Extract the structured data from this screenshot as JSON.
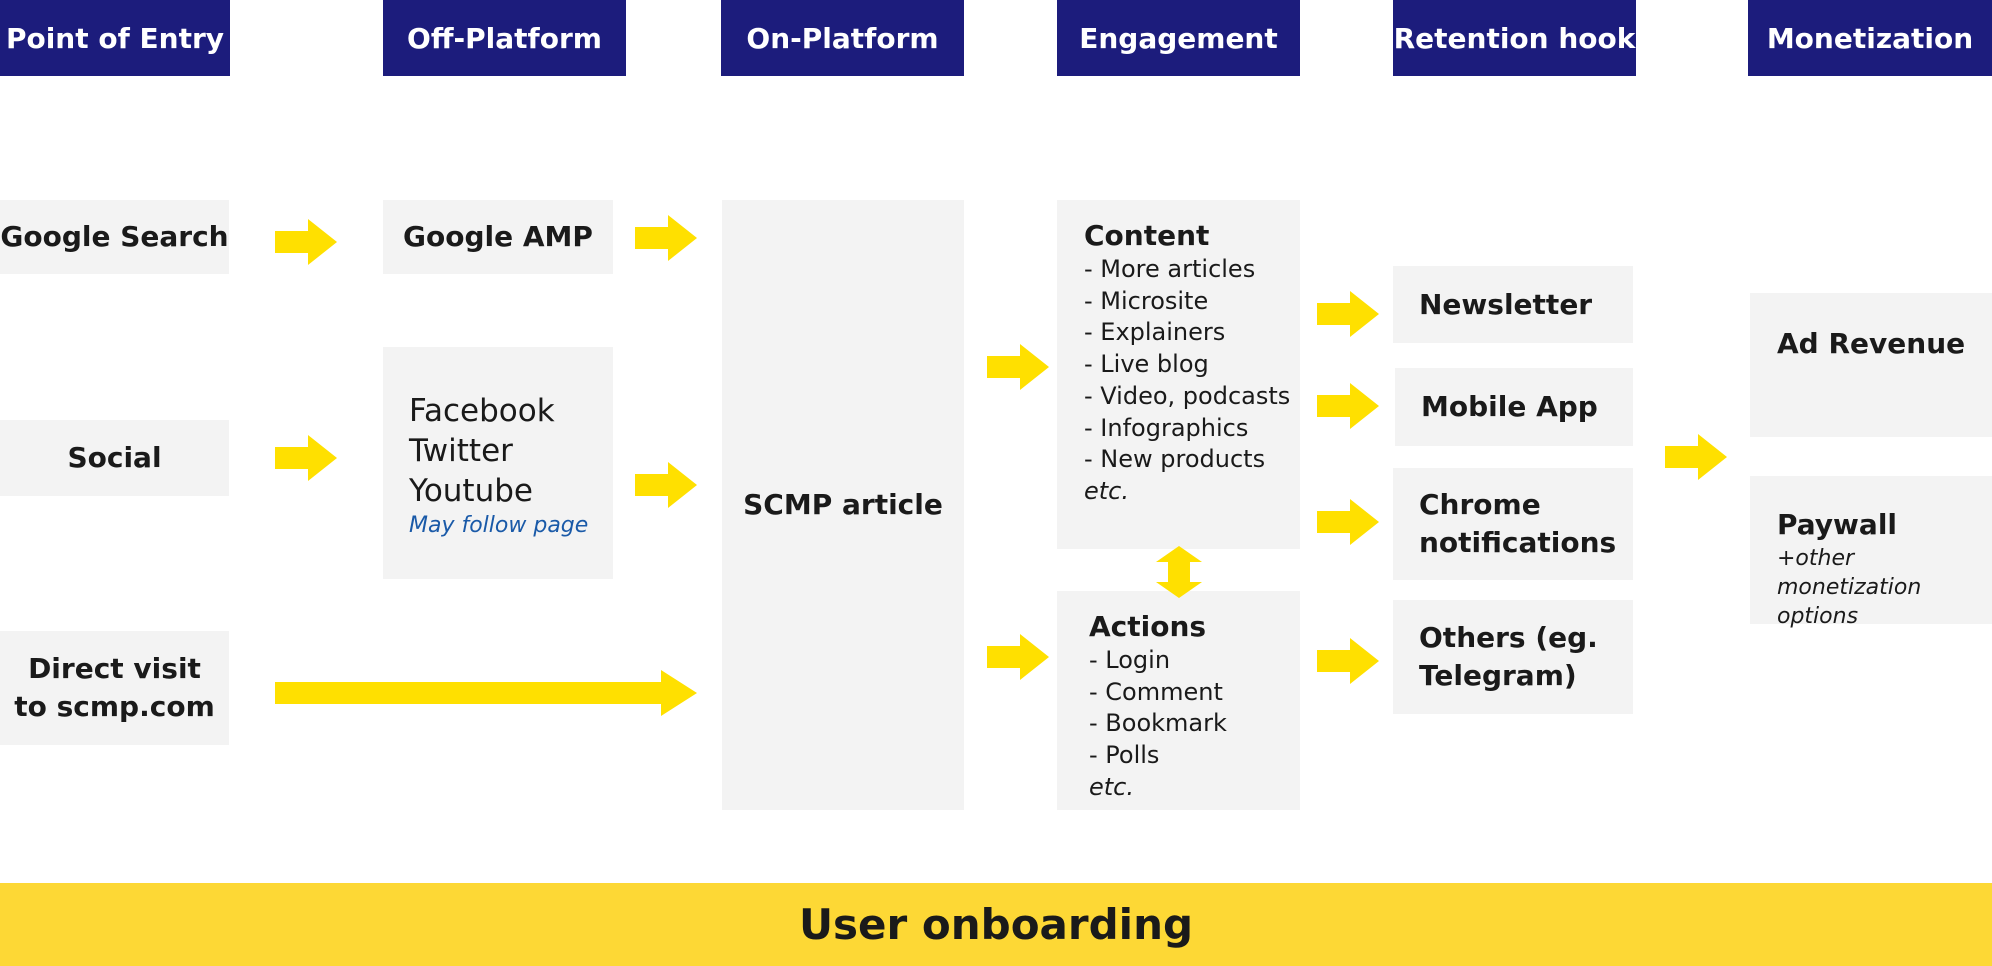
{
  "headers": {
    "entry": "Point of Entry",
    "off_platform": "Off-Platform",
    "on_platform": "On-Platform",
    "engagement": "Engagement",
    "retention": "Retention hook",
    "monetization": "Monetization"
  },
  "entry": {
    "google_search": "Google Search",
    "social": "Social",
    "direct_line1": "Direct visit",
    "direct_line2": "to scmp.com"
  },
  "off_platform": {
    "google_amp": "Google AMP",
    "facebook": "Facebook",
    "twitter": "Twitter",
    "youtube": "Youtube",
    "follow_note": "May follow page"
  },
  "on_platform": {
    "article": "SCMP article"
  },
  "engagement": {
    "content": {
      "title": "Content",
      "items": [
        "- More articles",
        "- Microsite",
        "- Explainers",
        "- Live blog",
        "- Video, podcasts",
        "- Infographics",
        "- New products"
      ],
      "etc": "etc."
    },
    "actions": {
      "title": "Actions",
      "items": [
        "- Login",
        "- Comment",
        "- Bookmark",
        "- Polls"
      ],
      "etc": "etc."
    }
  },
  "retention": {
    "newsletter": "Newsletter",
    "mobile_app": "Mobile App",
    "chrome_line1": "Chrome",
    "chrome_line2": "notifications",
    "others_line1": "Others (eg.",
    "others_line2": "Telegram)"
  },
  "monetization": {
    "ad_revenue": "Ad Revenue",
    "paywall": "Paywall",
    "paywall_note_line1": "+other monetization",
    "paywall_note_line2": "options"
  },
  "footer": {
    "label": "User onboarding"
  },
  "colors": {
    "header_bg": "#1c1c7c",
    "box_bg": "#f3f3f3",
    "arrow": "#ffe000",
    "footer_bg": "#fdd835",
    "note_blue": "#1a5aa8"
  }
}
